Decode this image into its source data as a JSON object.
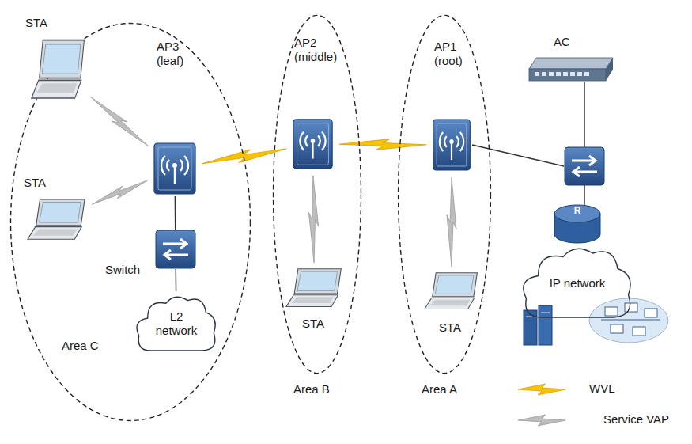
{
  "diagram": {
    "nodes": [
      {
        "text": [
          "Area C"
        ]
      },
      {
        "text": [
          "STA"
        ],
        "in": 0
      },
      {
        "text": [
          "AP3 (leaf)"
        ],
        "in": 0
      },
      {
        "text": [
          "STA"
        ],
        "in": 0
      },
      {
        "text": [
          "Switch"
        ],
        "in": 0
      },
      {
        "text": [
          "L2 network"
        ],
        "in": 0
      },
      {
        "text": [
          "Area B"
        ]
      },
      {
        "text": [
          "AP2 (middle)"
        ],
        "in": 6
      },
      {
        "text": [
          "STA"
        ],
        "in": 6
      },
      {
        "text": [
          "Area A"
        ]
      },
      {
        "text": [
          "AP1 (root)"
        ],
        "in": 9
      },
      {
        "text": [
          "STA"
        ],
        "in": 9
      },
      {
        "text": [
          "AC"
        ]
      },
      {
        "text": [
          "R"
        ]
      },
      {
        "text": [
          "IP network"
        ]
      }
    ],
    "edges": [
      {
        "from": 1,
        "to": 2,
        "arrow": "none"
      },
      {
        "from": 3,
        "to": 2,
        "arrow": "none"
      },
      {
        "from": 2,
        "to": 4,
        "arrow": "none"
      },
      {
        "from": 4,
        "to": 5,
        "arrow": "none"
      },
      {
        "from": 2,
        "to": 7,
        "arrow": "none"
      },
      {
        "from": 7,
        "to": 8,
        "arrow": "none"
      },
      {
        "from": 7,
        "to": 10,
        "arrow": "none"
      },
      {
        "from": 10,
        "to": 11,
        "arrow": "none"
      }
    ],
    "legend": [
      {
        "text": "WVL"
      },
      {
        "text": "Service VAP"
      }
    ]
  }
}
